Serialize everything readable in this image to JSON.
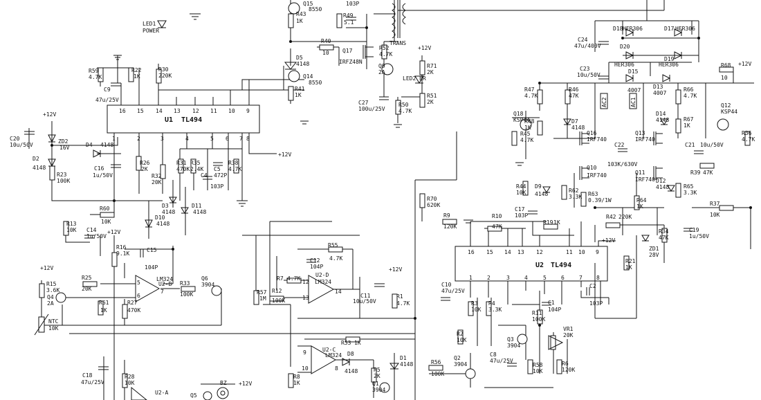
{
  "ic_u1": {
    "label": "U1",
    "part": "TL494",
    "top_pins": [
      "16",
      "15",
      "14",
      "13",
      "12",
      "11",
      "10",
      "9"
    ],
    "bottom_pins": [
      "1",
      "2",
      "3",
      "4",
      "5",
      "6",
      "7",
      "8"
    ]
  },
  "ic_u2": {
    "label": "U2",
    "part": "TL494",
    "top_pins": [
      "16",
      "15",
      "14",
      "13",
      "12",
      "11",
      "10",
      "9"
    ],
    "bottom_pins": [
      "1",
      "2",
      "3",
      "4",
      "5",
      "6",
      "7",
      "8"
    ]
  },
  "opamps": {
    "u2b": {
      "label": "U2-B",
      "part": "LM324",
      "pin_plus": "5",
      "pin_minus": "6",
      "pin_out": "7"
    },
    "u2d": {
      "label": "U2-D",
      "part": "LM324",
      "pin_plus": "12",
      "pin_minus": "13",
      "pin_out": "14"
    },
    "u2c": {
      "label": "U2-C",
      "part": "LM324",
      "pin_plus": "9",
      "pin_minus": "10",
      "pin_out": "8"
    },
    "u2a": {
      "label": "U2-A",
      "part": "LM324"
    }
  },
  "labels": {
    "led1": "LED1",
    "power": "POWER",
    "trans": "TRANS",
    "vcc": "+12V",
    "led2": "LED2 BR",
    "ac1": "AC1",
    "ac2": "AC2",
    "bz": "BZ",
    "ntc": "NTC",
    "ntc_val": "10K"
  },
  "components": {
    "r59": "R59",
    "r59v": "4.7K",
    "r22": "R22",
    "r22v": "1K",
    "r30": "R30",
    "r30v": "220K",
    "c9": "C9",
    "c9v": "47u/25V",
    "c20": "C20",
    "c20v": "10u/50V",
    "zd2": "ZD2",
    "zd2v": "16V",
    "d2": "D2",
    "d2v": "4148",
    "d4": "D4",
    "d4v": "4148",
    "r23": "R23",
    "r23v": "100K",
    "c16": "C16",
    "c16v": "1u/50V",
    "r26": "R26",
    "r26v": "2K",
    "r32": "R32",
    "r32v": "20K",
    "r31": "R31",
    "r31v": "470K",
    "r35": "R35",
    "r35v": "2.4K",
    "c5": "C5",
    "c5v": "472P",
    "c4": "C4",
    "c4v": "103P",
    "r38": "R38",
    "r38v": "4.7K",
    "d3": "D3",
    "d3v": "4148",
    "d11": "D11",
    "d11v": "4148",
    "d10": "D10",
    "d10v": "4148",
    "r60": "R60",
    "r60v": "10K",
    "r13": "R13",
    "r13v": "10K",
    "c14": "C14",
    "c14v": "1u/50V",
    "r16": "R16",
    "r16v": "9.1K",
    "c15": "C15",
    "c15v": "104P",
    "r15": "R15",
    "r15v": "3.6K",
    "q4": "Q4",
    "q4v": "2A",
    "r25": "R25",
    "r25v": "20K",
    "r61": "R61",
    "r61v": "1K",
    "r27": "R27",
    "r27v": "470K",
    "r33": "R33",
    "r33v": "100K",
    "q6": "Q6",
    "q6v": "3904",
    "c18": "C18",
    "c18v": "47u/25V",
    "r28": "R28",
    "r28v": "10K",
    "q5": "Q5",
    "r43": "R43",
    "r43v": "1K",
    "q15": "Q15",
    "q15v": "8550",
    "r49": "R49",
    "r49v": "5.1",
    "c_103p": "103P",
    "r40": "R40",
    "r40v": "10",
    "q17": "Q17",
    "q17v": "IRFZ48N",
    "d5": "D5",
    "d5v": "4148",
    "q14": "Q14",
    "q14v": "8550",
    "r41": "R41",
    "r41v": "1K",
    "r52": "R52",
    "r52v": "4.7K",
    "q9": "Q9",
    "q9v": "2A",
    "r71": "R71",
    "r71v": "2K",
    "c27": "C27",
    "c27v": "100u/25V",
    "r50": "R50",
    "r50v": "4.7K",
    "r51": "R51",
    "r51v": "2K",
    "c12": "C12",
    "c12v": "104P",
    "r55": "R55",
    "r55v": "4.7K",
    "r7": "R7",
    "r7v": "4.7K",
    "r12": "R12",
    "r12v": "100K",
    "r57": "R57",
    "r57v": "1M",
    "c11": "C11",
    "c11v": "10u/50V",
    "r1": "R1",
    "r1v": "4.7K",
    "r53": "R53",
    "r53v": "1K",
    "d8": "D8",
    "d8v": "4148",
    "d1": "D1",
    "d1v": "4148",
    "r5": "R5",
    "r5v": "2K",
    "q1": "Q1",
    "q1v": "3904",
    "r8": "R8",
    "r8v": "1K",
    "c24": "C24",
    "c24v": "47u/400V",
    "d18": "D18",
    "d18v": "HER306",
    "d17": "D17",
    "d17v": "HER306",
    "d20": "D20",
    "d20v": "HER306",
    "d19": "D19",
    "d19v": "HER306",
    "c23": "C23",
    "c23v": "10u/50V",
    "d15": "D15",
    "d15v": "4007",
    "d13": "D13",
    "d13v": "4007",
    "r68": "R68",
    "r68v": "10",
    "r47": "R47",
    "r47v": "4.7K",
    "r46": "R46",
    "r46v": "47K",
    "r66": "R66",
    "r66v": "4.7K",
    "q18": "Q18",
    "q18v": "KSP44",
    "r48": "R48",
    "r48v": "1K",
    "d7": "D7",
    "d7v": "4148",
    "r45": "R45",
    "r45v": "4.7K",
    "q16": "Q16",
    "q16v": "IRF740",
    "q13": "Q13",
    "q13v": "IRF740",
    "d14": "D14",
    "d14v": "4148",
    "r67": "R67",
    "r67v": "1K",
    "q12": "Q12",
    "q12v": "KSP44",
    "r36": "R36",
    "r36v": "4.7K",
    "c22": "C22",
    "c22v": "103K/630V",
    "c21": "C21",
    "c21v": "10u/50V",
    "r39": "R39",
    "r39v": "47K",
    "q10": "Q10",
    "q10v": "IRF740",
    "q11": "Q11",
    "q11v": "IRF740",
    "r44": "R44",
    "r44v": "10K",
    "d9": "D9",
    "d9v": "4148",
    "r62": "R62",
    "r62v": "3.3K",
    "r63": "R63",
    "r63v": "0.39/1W",
    "d12": "D12",
    "d12v": "4148",
    "r65": "R65",
    "r65v": "3.3K",
    "r64": "R64",
    "r64v": "1K",
    "r37": "R37",
    "r37v": "10K",
    "r70": "R70",
    "r70v": "620K",
    "r9": "R9",
    "r9v": "120K",
    "r10": "R10",
    "r10v": "47K",
    "c17": "C17",
    "c17v": "103P",
    "r19": "R19",
    "r19v": "1K",
    "r42": "R42",
    "r42v": "220K",
    "r34": "R34",
    "r34v": "47K",
    "c19": "C19",
    "c19v": "1u/50V",
    "zd1": "ZD1",
    "zd1v": "28V",
    "r21": "R21",
    "r21v": "1K",
    "c10": "C10",
    "c10v": "47u/25V",
    "c2": "C2",
    "c2v": "103P",
    "c1": "C1",
    "c1v": "104P",
    "r3": "R3",
    "r3v": "10K",
    "r4": "R4",
    "r4v": "3.3K",
    "r11": "R11",
    "r11v": "100K",
    "r2": "R2",
    "r2v": "10K",
    "q3": "Q3",
    "q3v": "3904",
    "c8": "C8",
    "c8v": "47u/25V",
    "vr1": "VR1",
    "vr1v": "20K",
    "r56": "R56",
    "r56v": "100K",
    "q2": "Q2",
    "q2v": "3904",
    "r58": "R58",
    "r58v": "10K",
    "r6": "R6",
    "r6v": "120K"
  }
}
